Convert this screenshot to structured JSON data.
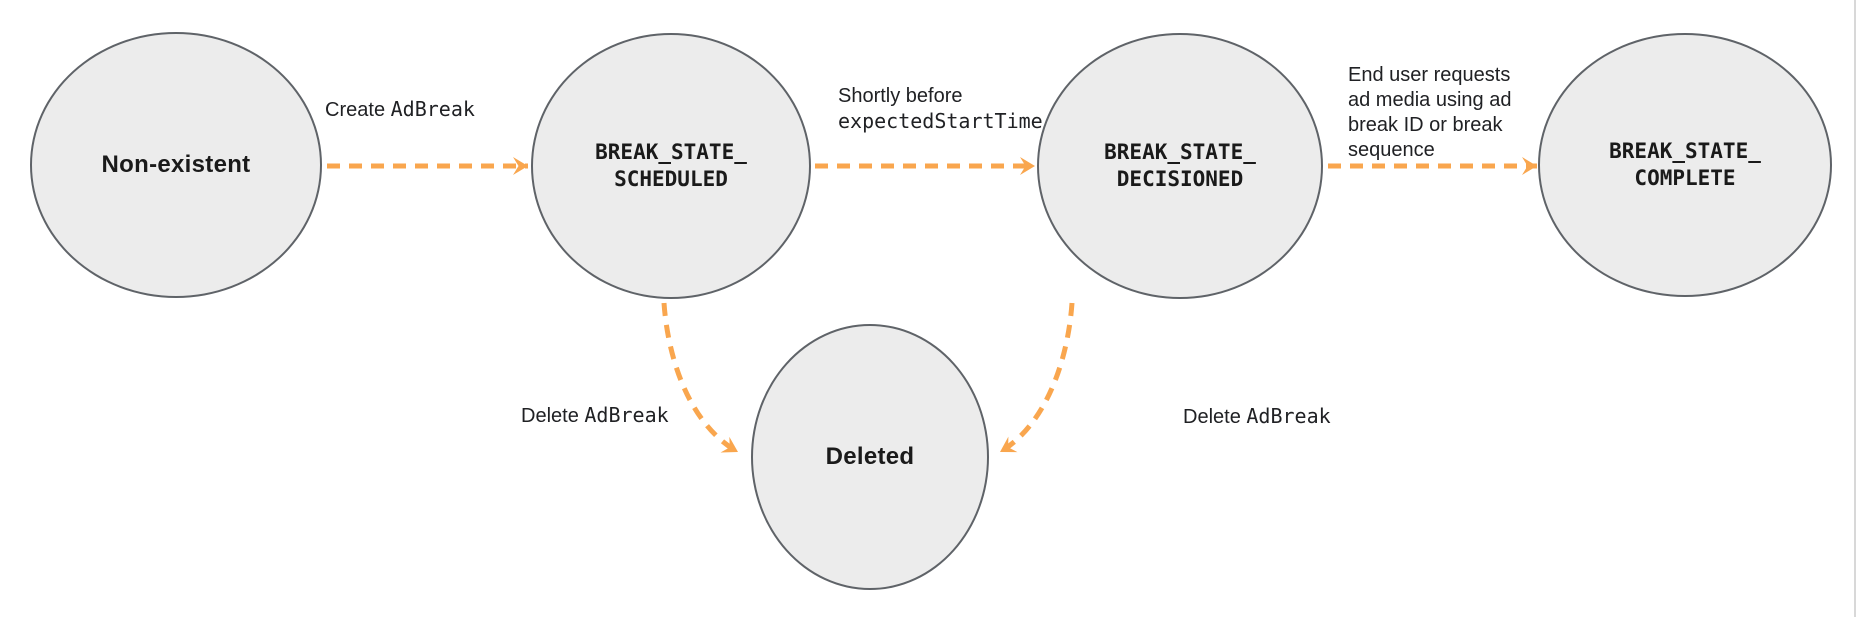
{
  "diagram": {
    "nodes": [
      {
        "id": "non-existent",
        "label": "Non-existent"
      },
      {
        "id": "break-state-scheduled",
        "label": "BREAK_STATE_\nSCHEDULED"
      },
      {
        "id": "break-state-decisioned",
        "label": "BREAK_STATE_\nDECISIONED"
      },
      {
        "id": "break-state-complete",
        "label": "BREAK_STATE_\nCOMPLETE"
      },
      {
        "id": "deleted",
        "label": "Deleted"
      }
    ],
    "edges": [
      {
        "from": "Non-existent",
        "to": "BREAK_STATE_SCHEDULED",
        "label_text": "Create ",
        "label_code": "AdBreak"
      },
      {
        "from": "BREAK_STATE_SCHEDULED",
        "to": "BREAK_STATE_DECISIONED",
        "label_text": "Shortly before",
        "label_code": "expectedStartTime"
      },
      {
        "from": "BREAK_STATE_DECISIONED",
        "to": "BREAK_STATE_COMPLETE",
        "label_text": "End user requests\nad media using ad\nbreak ID or break\nsequence",
        "label_code": ""
      },
      {
        "from": "BREAK_STATE_SCHEDULED",
        "to": "Deleted",
        "label_text": "Delete ",
        "label_code": "AdBreak"
      },
      {
        "from": "BREAK_STATE_DECISIONED",
        "to": "Deleted",
        "label_text": "Delete ",
        "label_code": "AdBreak"
      }
    ],
    "colors": {
      "arrow": "#F9A64E",
      "node_fill": "#ECECEC",
      "node_border": "#5F6368",
      "text": "#202124"
    }
  }
}
